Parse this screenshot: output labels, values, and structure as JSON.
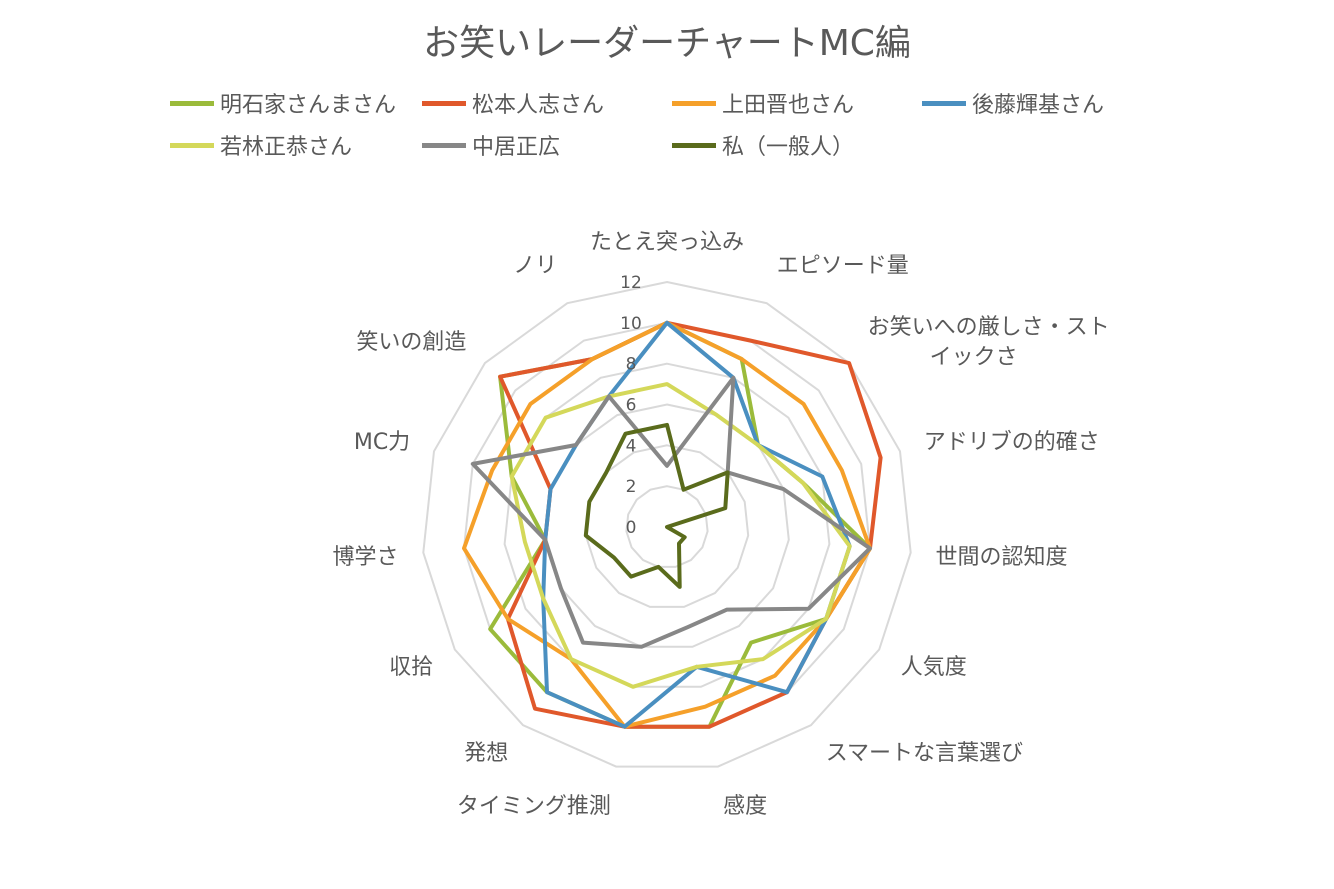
{
  "chart_data": {
    "type": "radar",
    "title": "お笑いレーダーチャートMC編",
    "categories": [
      "たとえ突っ込み",
      "エピソード量",
      "お笑いへの厳しさ・ストイックさ",
      "アドリブの的確さ",
      "世間の認知度",
      "人気度",
      "スマートな言葉選び",
      "感度",
      "タイミング推測",
      "発想",
      "収拾",
      "博学さ",
      "MC力",
      "笑いの創造",
      "ノリ"
    ],
    "category_label_lines": [
      [
        "たとえ突っ込み"
      ],
      [
        "エピソード量"
      ],
      [
        "お笑いへの厳しさ・スト",
        "イックさ"
      ],
      [
        "アドリブの的確さ"
      ],
      [
        "世間の認知度"
      ],
      [
        "人気度"
      ],
      [
        "スマートな言葉選び"
      ],
      [
        "感度"
      ],
      [
        "タイミング推測"
      ],
      [
        "発想"
      ],
      [
        "収拾"
      ],
      [
        "博学さ"
      ],
      [
        "MC力"
      ],
      [
        "笑いの創造"
      ],
      [
        "ノリ"
      ]
    ],
    "rlim": [
      0,
      12
    ],
    "r_ticks": [
      "0",
      "2",
      "4",
      "6",
      "8",
      "10",
      "12"
    ],
    "grid": true,
    "legend_position": "top",
    "series": [
      {
        "name": "明石家さんまさん",
        "color": "#9bbb3b",
        "values": [
          10,
          9,
          6,
          7,
          10,
          9,
          7,
          10,
          10,
          10,
          10,
          6,
          8,
          11,
          9
        ]
      },
      {
        "name": "松本人志さん",
        "color": "#e0582b",
        "values": [
          10,
          10,
          12,
          11,
          10,
          9,
          10,
          10,
          10,
          11,
          9,
          6,
          6,
          11,
          9
        ]
      },
      {
        "name": "上田晋也さん",
        "color": "#f5a02a",
        "values": [
          10,
          9,
          9,
          9,
          10,
          9,
          9,
          9,
          10,
          8,
          9,
          10,
          9,
          9,
          9
        ]
      },
      {
        "name": "後藤輝基さん",
        "color": "#4a8fc0",
        "values": [
          10,
          8,
          6,
          8,
          9,
          9,
          10,
          7,
          10,
          10,
          7,
          6,
          6,
          6,
          7
        ]
      },
      {
        "name": "若林正恭さん",
        "color": "#d4d85a",
        "values": [
          7,
          6,
          6,
          7,
          9,
          9,
          8,
          7,
          8,
          8,
          7,
          7,
          8,
          8,
          7
        ]
      },
      {
        "name": "中居正広",
        "color": "#878787",
        "values": [
          3,
          8,
          4,
          6,
          10,
          8,
          5,
          5,
          6,
          7,
          6,
          6,
          10,
          6,
          7
        ]
      },
      {
        "name": "私（一般人）",
        "color": "#5a6b1c",
        "values": [
          5,
          2,
          4,
          3,
          0,
          1,
          1,
          3,
          2,
          3,
          3,
          4,
          4,
          4,
          5
        ]
      }
    ]
  }
}
